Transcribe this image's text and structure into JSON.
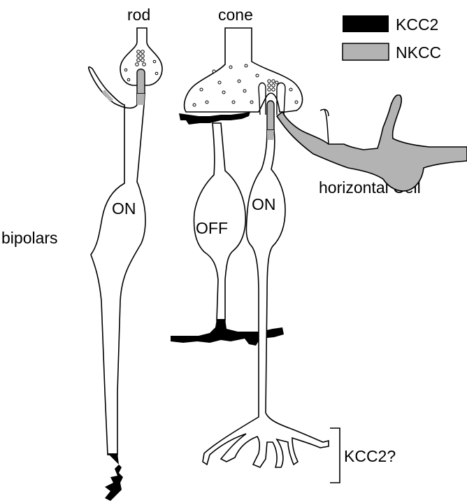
{
  "labels": {
    "rod": "rod",
    "cone": "cone",
    "bipolars": "bipolars",
    "horizontal_cell": "horizontal Cell",
    "rod_bipolar_on": "ON",
    "cone_bipolar_off": "OFF",
    "cone_bipolar_on": "ON",
    "kcc2_question": "KCC2?"
  },
  "legend": {
    "items": [
      {
        "label": "KCC2",
        "color": "#000000"
      },
      {
        "label": "NKCC",
        "color": "#b3b3b3"
      }
    ]
  },
  "colors": {
    "kcc2": "#000000",
    "nkcc": "#b3b3b3",
    "outline": "#000000",
    "background": "#ffffff"
  }
}
